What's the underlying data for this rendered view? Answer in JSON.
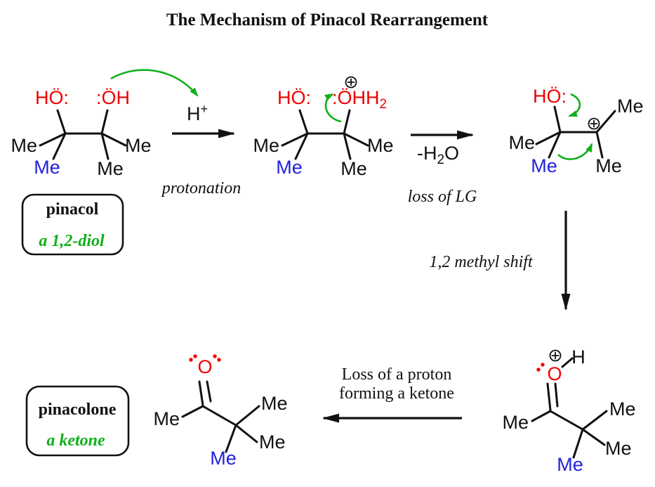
{
  "title": "The Mechanism of Pinacol Rearrangement",
  "colors": {
    "red": "#f10000",
    "blue": "#2121dd",
    "green": "#10b019",
    "ink": "#111111"
  },
  "labels": {
    "me": "Me",
    "ho_dots": "HÖ:",
    "oh_dots": ":ÖH",
    "h": "H",
    "o": "O",
    "plus": "+",
    "two": "2"
  },
  "steps": {
    "step1_reagent_base": "H",
    "step1_reagent_sup": "+",
    "step1_label": "protonation",
    "step2_reagent_pre": "-H",
    "step2_reagent_sub": "2",
    "step2_reagent_post": "O",
    "step2_label": "loss of LG",
    "step3_label": "1,2 methyl shift",
    "step4_label_line1": "Loss of a proton",
    "step4_label_line2": "forming a ketone"
  },
  "molecules": {
    "pinacol": {
      "name": "pinacol",
      "desc": "a 1,2-diol"
    },
    "pinacolone": {
      "name": "pinacolone",
      "desc": "a ketone"
    }
  }
}
